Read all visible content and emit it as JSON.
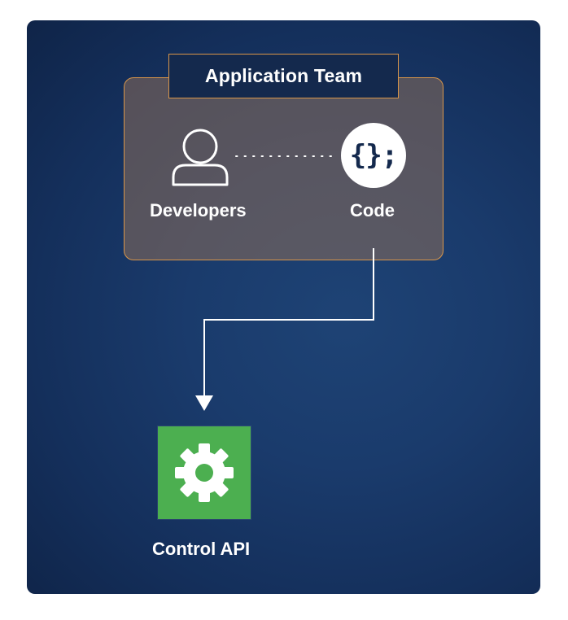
{
  "diagram": {
    "team_label": "Application Team",
    "developers_label": "Developers",
    "code_label": "Code",
    "code_symbol": "{};",
    "control_api_label": "Control API",
    "icons": {
      "developers": "user-icon",
      "code": "code-braces-icon",
      "control_api": "gear-icon"
    },
    "colors": {
      "background": "#1a3b6c",
      "team_border": "#d9964a",
      "team_fill": "#8c6e5a",
      "tab_fill": "#14294d",
      "api_fill": "#4caf50",
      "line": "#ffffff"
    }
  }
}
